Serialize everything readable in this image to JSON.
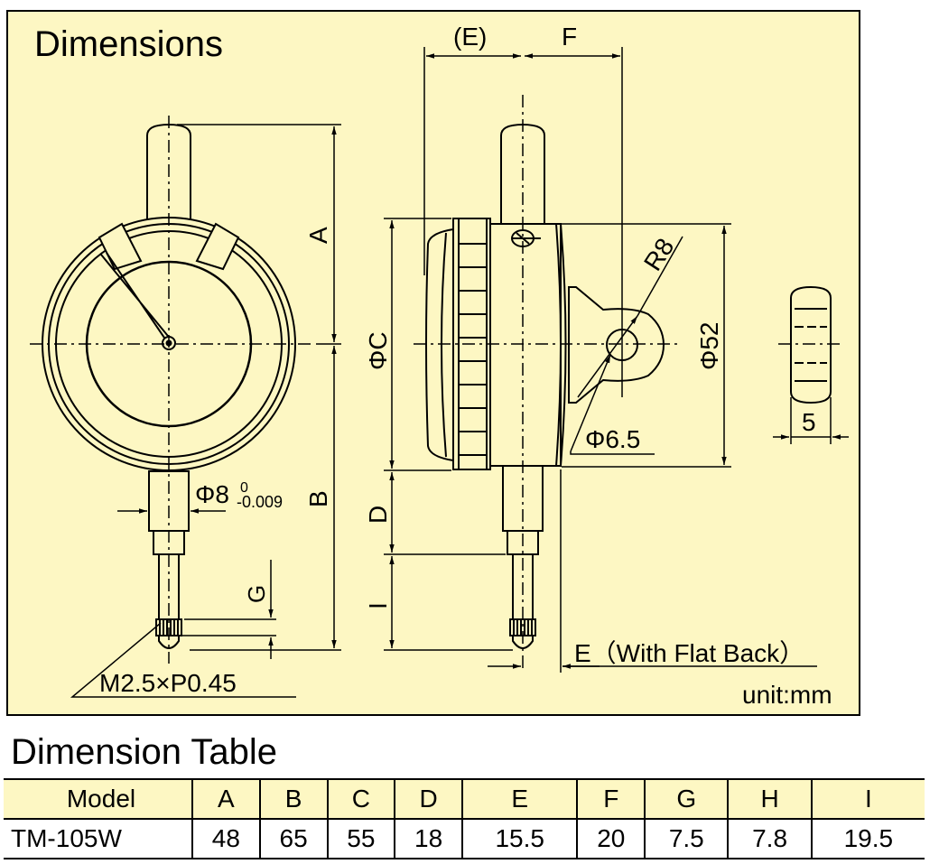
{
  "section_title": "Dimensions",
  "unit_label": "unit:mm",
  "labels": {
    "A": "A",
    "B": "B",
    "C": "ΦC",
    "D": "D",
    "E_paren": "(E)",
    "F": "F",
    "G": "G",
    "I": "I",
    "R8": "R8",
    "phi52": "Φ52",
    "phi65": "Φ6.5",
    "phi8": "Φ8",
    "phi8_upper": "0",
    "phi8_lower": "-0.009",
    "thread": "M2.5×P0.45",
    "five": "5",
    "flat_back": "E（With Flat Back）"
  },
  "colors": {
    "background": "#fdf7c3",
    "line": "#000000"
  },
  "table": {
    "title": "Dimension Table",
    "headers": [
      "Model",
      "A",
      "B",
      "C",
      "D",
      "E",
      "F",
      "G",
      "H",
      "I"
    ],
    "rows": [
      [
        "TM-105W",
        "48",
        "65",
        "55",
        "18",
        "15.5",
        "20",
        "7.5",
        "7.8",
        "19.5"
      ]
    ]
  }
}
